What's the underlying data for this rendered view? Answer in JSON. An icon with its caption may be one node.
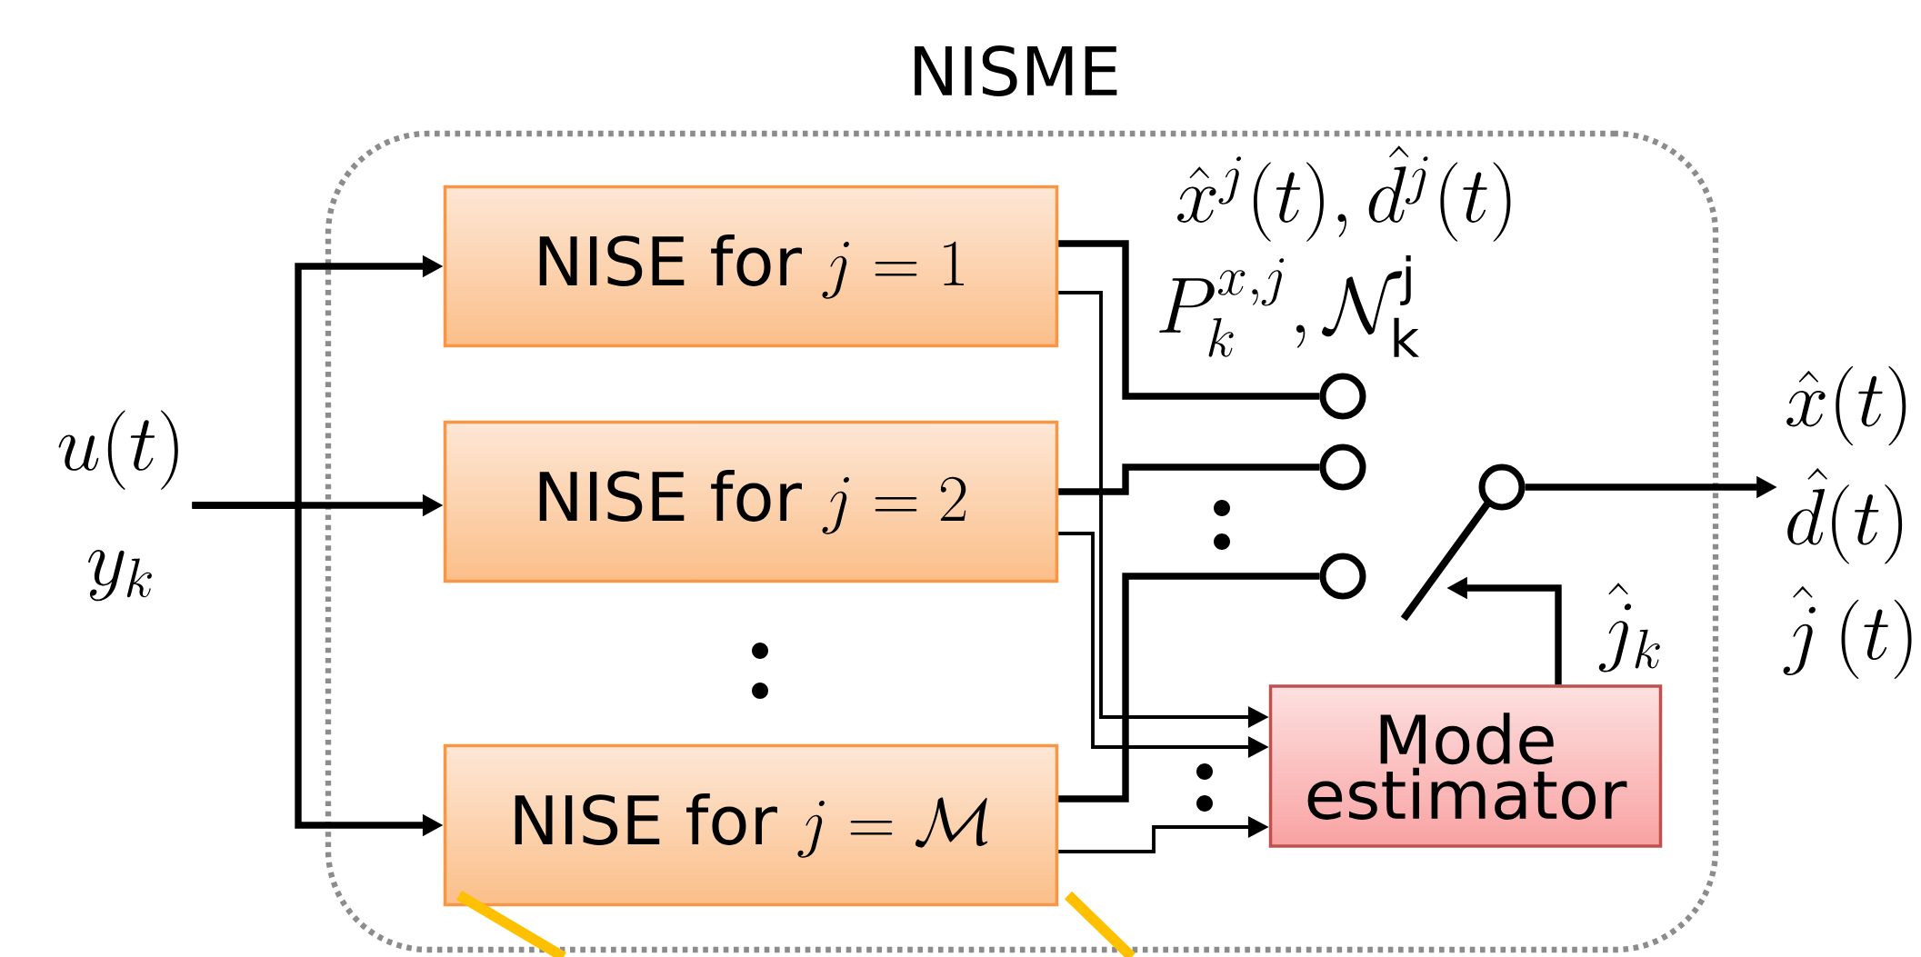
{
  "diagram": {
    "nodes": [
      {
        "text": [
          "NISME"
        ]
      },
      {
        "text": [
          "\\text{NISE for } j = 1"
        ],
        "in": 0
      },
      {
        "text": [
          "\\text{NISE for } j = 2"
        ],
        "in": 0
      },
      {
        "text": [
          "\\text{NISE for } j = \\mathcal{M}"
        ],
        "in": 0
      },
      {
        "text": [
          "Mode estimator"
        ],
        "in": 0
      },
      {
        "text": [
          "u(t)",
          "y_{k}"
        ]
      },
      {
        "text": [
          "\\hat{x}(t)",
          "\\hat{d}(t)",
          "\\hat{j}\\,(t)"
        ]
      },
      {
        "text": [],
        "shape": "circle",
        "in": 0
      },
      {
        "text": [],
        "shape": "circle",
        "in": 0
      },
      {
        "text": [],
        "shape": "circle",
        "in": 0
      },
      {
        "text": [],
        "shape": "circle",
        "in": 0
      }
    ],
    "edges": [
      {
        "from": 5,
        "to": 1,
        "arrow": "to"
      },
      {
        "from": 5,
        "to": 2,
        "arrow": "to"
      },
      {
        "from": 5,
        "to": 3,
        "arrow": "to"
      },
      {
        "from": 1,
        "to": 7,
        "arrow": "none"
      },
      {
        "from": 1,
        "to": 4,
        "arrow": "to"
      },
      {
        "from": 2,
        "to": 8,
        "arrow": "none"
      },
      {
        "from": 2,
        "to": 4,
        "arrow": "to"
      },
      {
        "from": 3,
        "to": 9,
        "arrow": "none"
      },
      {
        "from": 3,
        "to": 4,
        "arrow": "to"
      },
      {
        "from": 10,
        "to": 6,
        "arrow": "to"
      },
      {
        "from": 4,
        "to": 10,
        "arrow": "to",
        "label": "\\hat{j}_{k}"
      }
    ],
    "labels": [
      "\\hat{x}^{j}(t),\\hat{d}^{j}(t)",
      "P_{k}^{x,j},\\mathcal{N}_{\\mathrm{k}}^{\\mathrm{j}}"
    ]
  }
}
